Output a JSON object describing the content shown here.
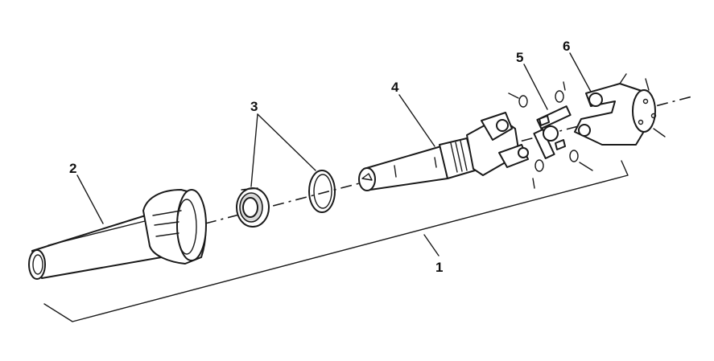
{
  "callouts": [
    {
      "id": "c1",
      "label": "1"
    },
    {
      "id": "c2",
      "label": "2"
    },
    {
      "id": "c3",
      "label": "3"
    },
    {
      "id": "c4",
      "label": "4"
    },
    {
      "id": "c5",
      "label": "5"
    },
    {
      "id": "c6",
      "label": "6"
    }
  ],
  "colors": {
    "line": "#1a1a1a",
    "background": "#ffffff"
  }
}
